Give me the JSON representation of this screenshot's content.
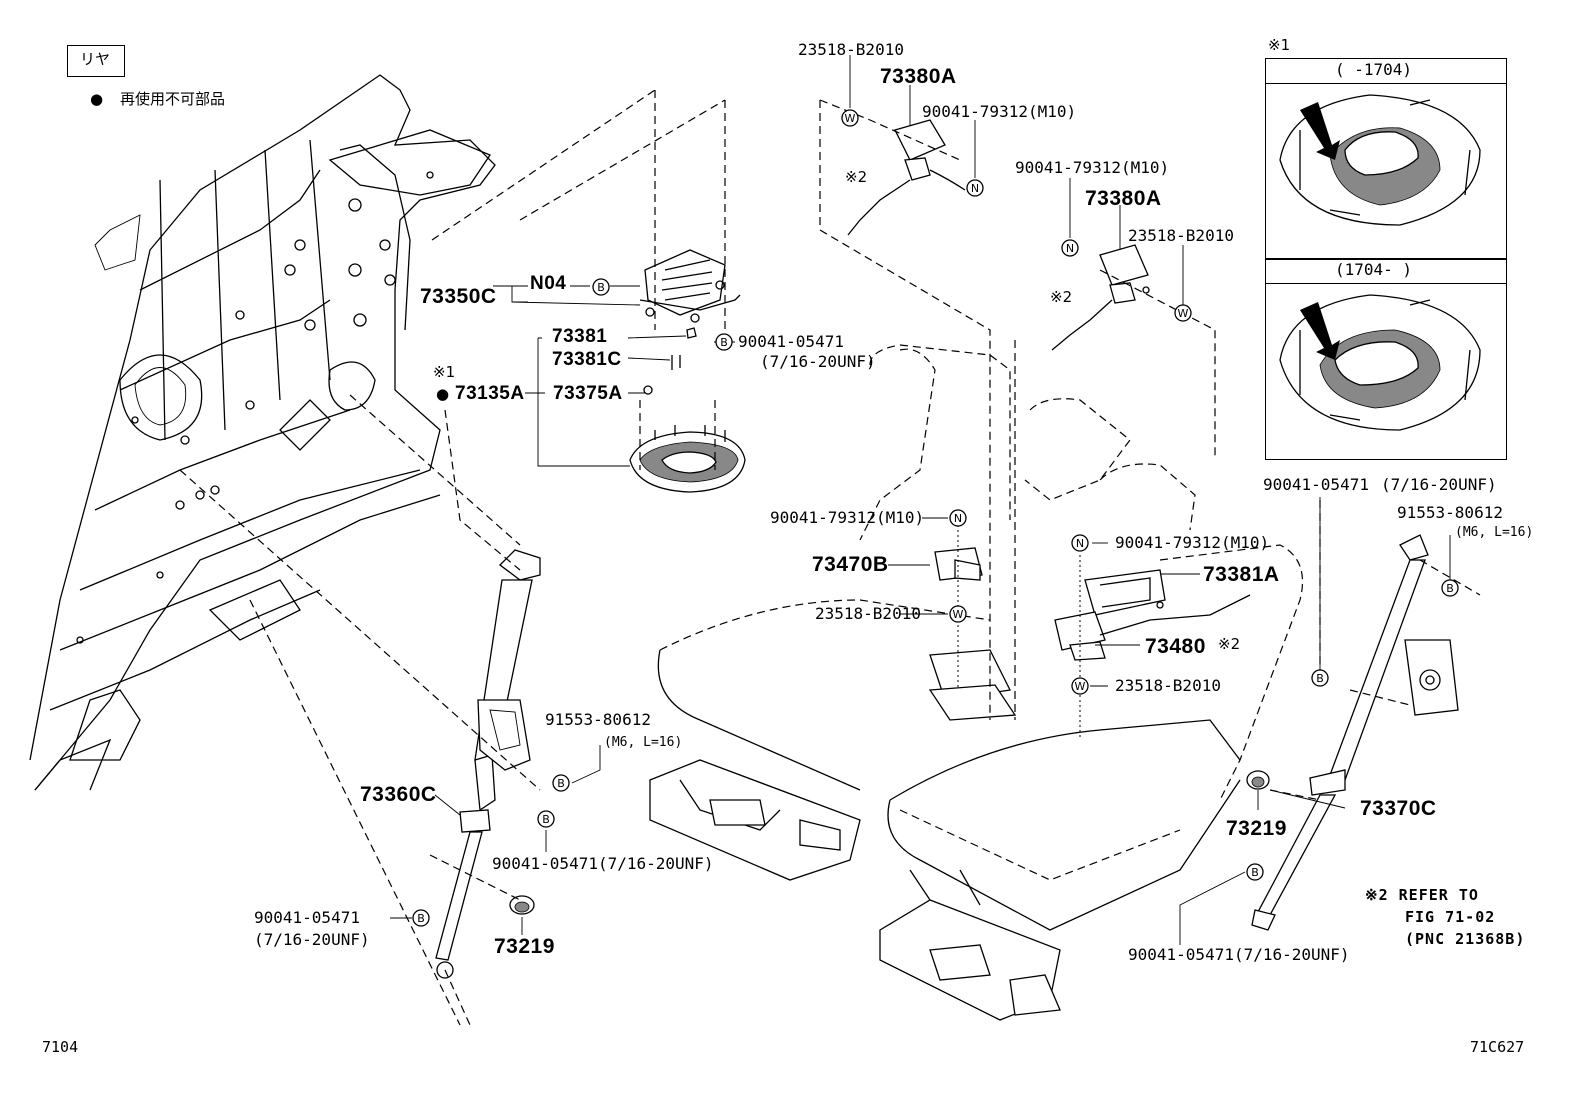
{
  "region_label": "リヤ",
  "legend": {
    "bullet": "●",
    "text": "再使用不可部品"
  },
  "inset": {
    "ref_mark": "※1",
    "panel_top_label": "(  -1704)",
    "panel_bottom_label": "(1704-  )"
  },
  "labels": {
    "p23518_top": "23518-B2010",
    "p73380A_top": "73380A",
    "p90041_79312_top": "90041-79312(M10)",
    "ref2_top": "※2",
    "p90041_79312_right": "90041-79312(M10)",
    "p73380A_right": "73380A",
    "p23518_right": "23518-B2010",
    "ref2_right": "※2",
    "p73350C": "73350C",
    "pN04": "N04",
    "p73381": "73381",
    "p73381C": "73381C",
    "p73135A": "73135A",
    "ref1_left": "※1",
    "bullet_73135A": "●",
    "p73375A": "73375A",
    "p90041_05471_mid": "90041-05471",
    "thread_mid": "(7/16-20UNF)",
    "p90041_05471_right": "90041-05471",
    "thread_right": "(7/16-20UNF)",
    "p91553_right": "91553-80612",
    "spec_right": "(M6, L=16)",
    "p90041_79312_ctr": "90041-79312(M10)",
    "p73470B": "73470B",
    "p23518_ctr": "23518-B2010",
    "p90041_79312_ctr2": "90041-79312(M10)",
    "p73381A": "73381A",
    "p73480": "73480",
    "ref2_ctr": "※2",
    "p23518_ctr2": "23518-B2010",
    "p91553_left": "91553-80612",
    "spec_left": "(M6, L=16)",
    "p73360C": "73360C",
    "p90041_05471_lower": "90041-05471(7/16-20UNF)",
    "p90041_05471_left": "90041-05471",
    "thread_left": "(7/16-20UNF)",
    "p73219_left": "73219",
    "p73219_right": "73219",
    "p73370C": "73370C",
    "p90041_05471_bottom": "90041-05471(7/16-20UNF)"
  },
  "callouts": {
    "W": "W",
    "N": "N",
    "B": "B"
  },
  "refer_note": [
    "※2 REFER TO",
    "FIG 71-02",
    "(PNC 21368B)"
  ],
  "footer": {
    "left": "7104",
    "right": "71C627"
  }
}
